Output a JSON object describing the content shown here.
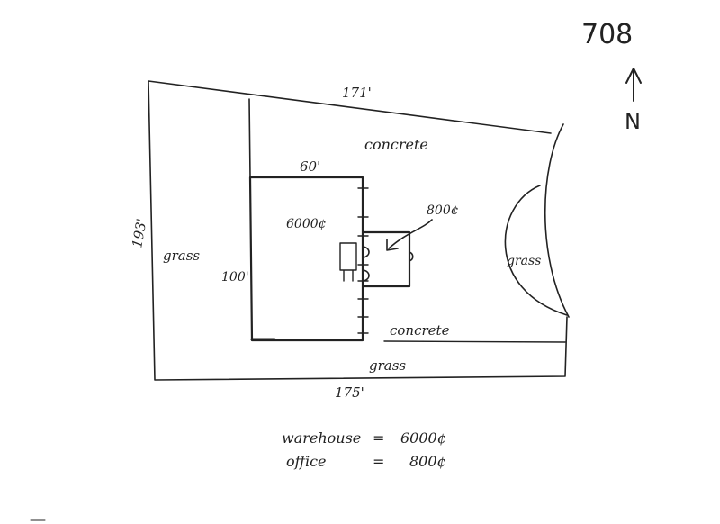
{
  "sheet": {
    "number": "708",
    "north": "N"
  },
  "lot": {
    "top_dim": "171'",
    "bottom_dim": "175'",
    "left_dim": "193'"
  },
  "warehouse": {
    "width_dim": "60'",
    "depth_dim": "100'",
    "area": "6000¢"
  },
  "office": {
    "area": "800¢"
  },
  "surfaces": {
    "concrete_top": "concrete",
    "concrete_bottom": "concrete",
    "grass_left": "grass",
    "grass_bottom": "grass",
    "grass_right": "grass"
  },
  "legend": {
    "warehouse_label": "warehouse",
    "warehouse_eq": "=",
    "warehouse_value": "6000¢",
    "office_label": "office",
    "office_eq": "=",
    "office_value": "800¢"
  }
}
